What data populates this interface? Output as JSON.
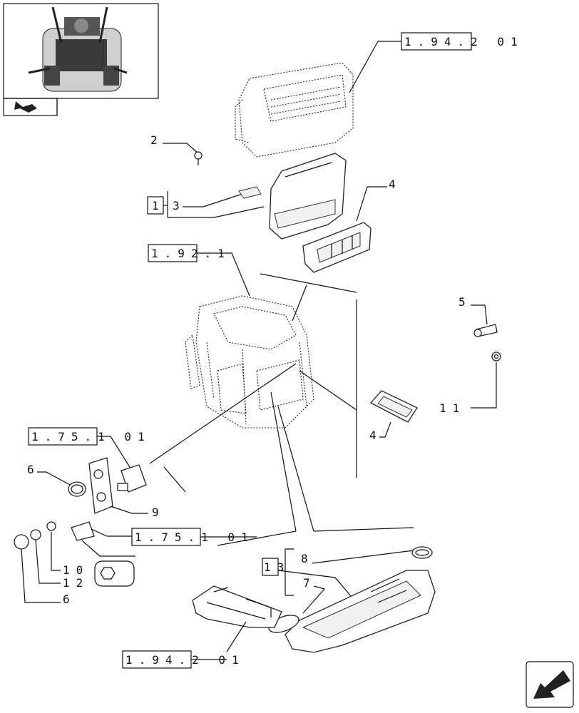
{
  "refs": {
    "top_right": "1.94.2 01",
    "cab_frame": "1.92.1",
    "switch_left": "1.75.1 01",
    "switch_mid": "1.75.1 01",
    "duct_bottom": "1.94.2 01"
  },
  "boxed_numbers": {
    "box_1": "1",
    "box_13": "13"
  },
  "callouts": {
    "c2": "2",
    "c3": "3",
    "c4a": "4",
    "c4b": "4",
    "c5": "5",
    "c6a": "6",
    "c6b": "6",
    "c7": "7",
    "c8": "8",
    "c9": "9",
    "c10": "10",
    "c11": "11",
    "c12": "12"
  },
  "icons": {
    "thumbnail": "tractor-cab-thumbnail",
    "nav_prev": "arrow-left-icon",
    "nav_next": "arrow-down-left-icon"
  }
}
